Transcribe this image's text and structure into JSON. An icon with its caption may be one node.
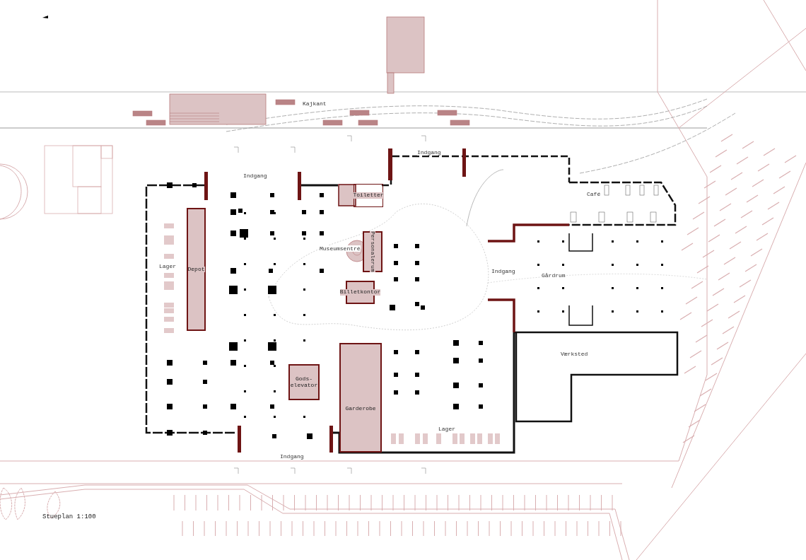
{
  "diagram": {
    "title": "Stueplan 1:100",
    "nodes": [
      {
        "text": [
          "Depot"
        ]
      },
      {
        "text": [
          "Toiletter"
        ]
      },
      {
        "text": [
          "Personalerum"
        ]
      },
      {
        "text": [
          "Billetkontor"
        ]
      },
      {
        "text": [
          "Gods-elevator"
        ]
      },
      {
        "text": [
          "Garderobe"
        ]
      }
    ],
    "edges": [],
    "labels": [
      "Kajkant",
      "Indgang",
      "Indgang",
      "Café",
      "Museumsentré",
      "Lager",
      "Indgang",
      "Gårdrum",
      "Værksted",
      "Lager",
      "Indgang"
    ]
  }
}
